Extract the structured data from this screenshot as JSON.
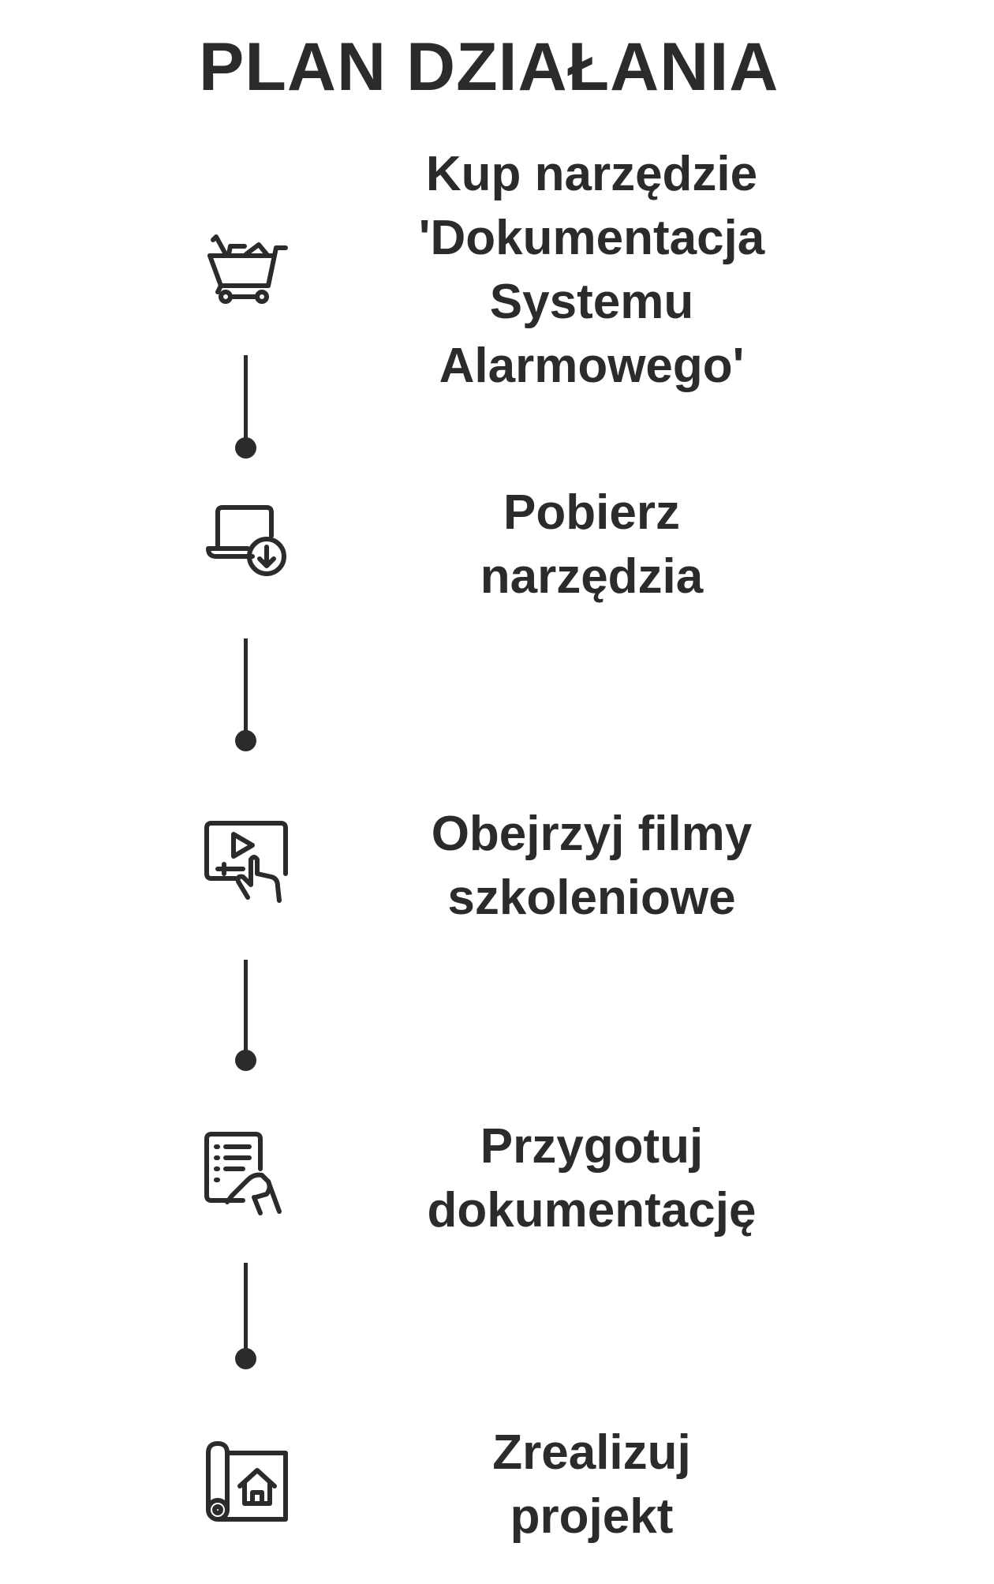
{
  "title": "PLAN DZIAŁANIA",
  "steps": [
    {
      "icon": "shopping-cart-icon",
      "lines": [
        "Kup narzędzie",
        "'Dokumentacja",
        "Systemu",
        "Alarmowego'"
      ]
    },
    {
      "icon": "laptop-download-icon",
      "lines": [
        "Pobierz",
        "narzędzia"
      ]
    },
    {
      "icon": "video-tutorial-icon",
      "lines": [
        "Obejrzyj filmy",
        "szkoleniowe"
      ]
    },
    {
      "icon": "document-writing-icon",
      "lines": [
        "Przygotuj",
        "dokumentację"
      ]
    },
    {
      "icon": "house-blueprint-icon",
      "lines": [
        "Zrealizuj",
        "projekt"
      ]
    }
  ],
  "colors": {
    "text": "#2b2b2b",
    "background": "#ffffff"
  }
}
